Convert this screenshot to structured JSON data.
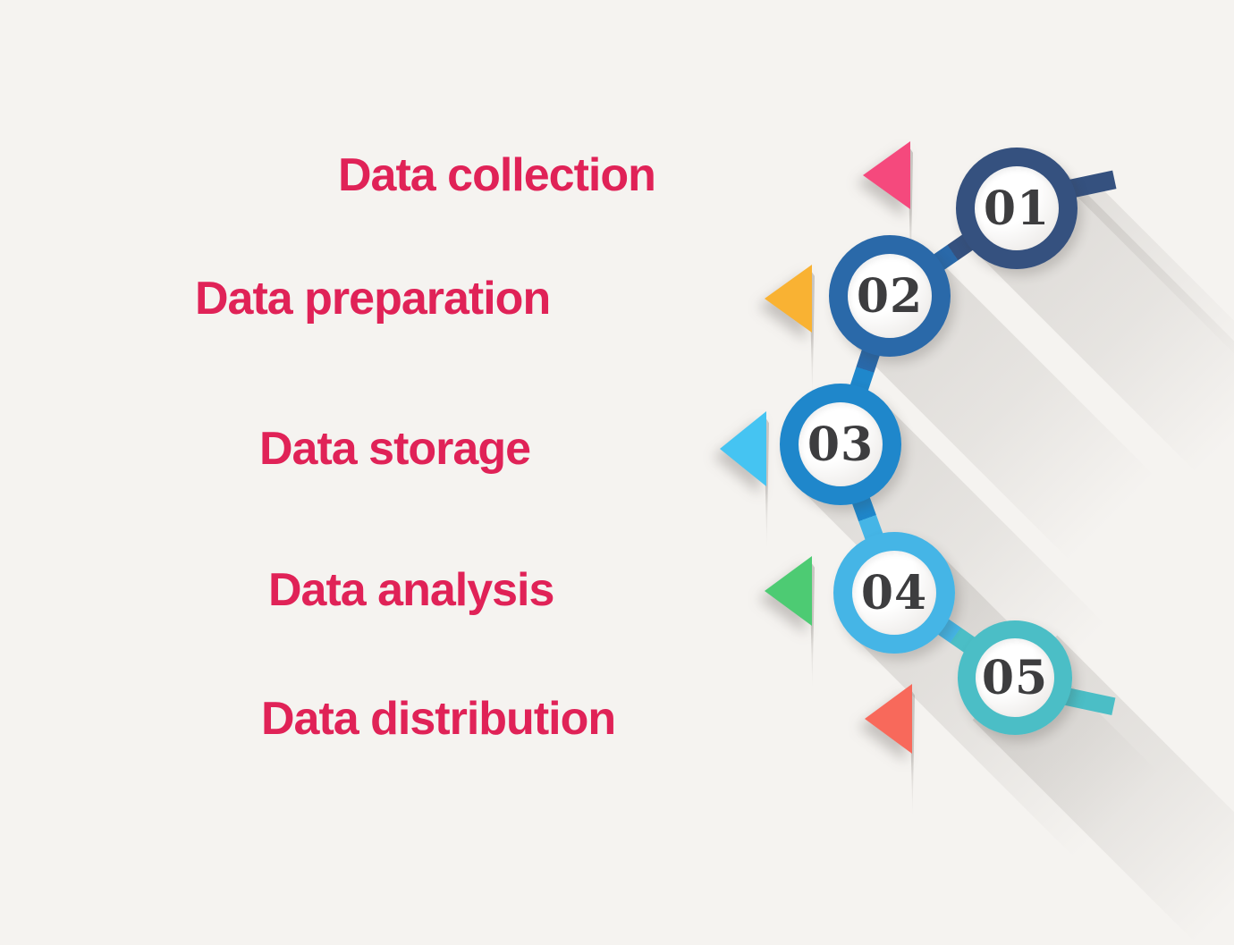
{
  "background_color": "#f5f3f0",
  "label_color": "#e02257",
  "number_color": "#3d3d3f",
  "steps": [
    {
      "number": "01",
      "label": "Data collection",
      "ring_color": "#35517f",
      "arrow_color": "#f5497d"
    },
    {
      "number": "02",
      "label": "Data preparation",
      "ring_color": "#2a69a9",
      "arrow_color": "#f9b233"
    },
    {
      "number": "03",
      "label": "Data storage",
      "ring_color": "#1f87cb",
      "arrow_color": "#45c4f2"
    },
    {
      "number": "04",
      "label": "Data analysis",
      "ring_color": "#45b5e6",
      "arrow_color": "#4dcb73"
    },
    {
      "number": "05",
      "label": "Data distribution",
      "ring_color": "#4bbec6",
      "arrow_color": "#f8695b"
    }
  ]
}
